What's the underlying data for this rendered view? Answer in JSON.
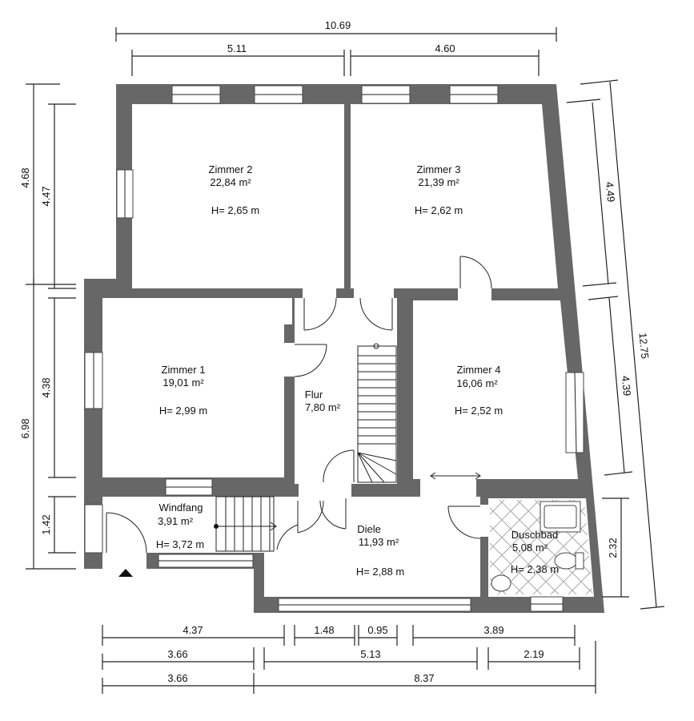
{
  "rooms": [
    {
      "id": "zimmer2",
      "name": "Zimmer 2",
      "area": "22,84 m²",
      "height": "H= 2,65 m"
    },
    {
      "id": "zimmer3",
      "name": "Zimmer 3",
      "area": "21,39 m²",
      "height": "H= 2,62 m"
    },
    {
      "id": "zimmer1",
      "name": "Zimmer 1",
      "area": "19,01 m²",
      "height": "H= 2,99 m"
    },
    {
      "id": "flur",
      "name": "Flur",
      "area": "7,80 m²",
      "height": ""
    },
    {
      "id": "zimmer4",
      "name": "Zimmer 4",
      "area": "16,06 m²",
      "height": "H= 2,52 m"
    },
    {
      "id": "windfang",
      "name": "Windfang",
      "area": "3,91 m²",
      "height": "H= 3,72 m"
    },
    {
      "id": "diele",
      "name": "Diele",
      "area": "11,93 m²",
      "height": "H= 2,88 m"
    },
    {
      "id": "duschbad",
      "name": "Duschbad",
      "area": "5,08 m²",
      "height": "H= 2,38 m"
    }
  ],
  "dimensions": {
    "top_total": "10.69",
    "top_left": "5.11",
    "top_right": "4.60",
    "left_outer_upper": "4.68",
    "left_inner_upper": "4.47",
    "left_outer_lower": "6.98",
    "left_inner_mid": "4.38",
    "left_inner_low": "1.42",
    "right_upper": "4.49",
    "right_total": "12.75",
    "right_mid": "4.39",
    "right_low": "2.32",
    "bottom_r1_a": "4.37",
    "bottom_r1_b": "1.48",
    "bottom_r1_c": "0.95",
    "bottom_r1_d": "3.89",
    "bottom_r2_a": "3.66",
    "bottom_r2_b": "5.13",
    "bottom_r2_c": "2.19",
    "bottom_r3_a": "3.66",
    "bottom_r3_b": "8.37"
  }
}
